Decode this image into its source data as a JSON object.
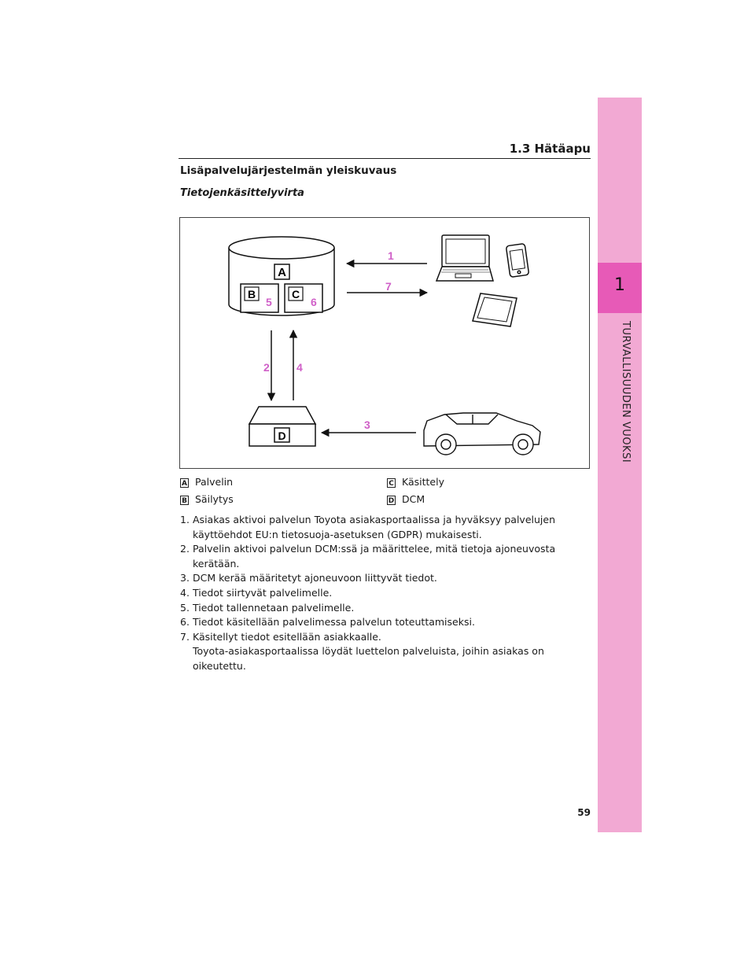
{
  "header": {
    "section": "1.3  Hätäapu"
  },
  "side_tab": {
    "chapter_number": "1",
    "chapter_title": "TURVALLISUUDEN VUOKSI"
  },
  "title": "Lisäpalvelujärjestelmän yleiskuvaus",
  "subtitle": "Tietojenkäsittelyvirta",
  "diagram": {
    "boxes": {
      "a": "A",
      "b": "B",
      "c": "C",
      "d": "D"
    },
    "flow_numbers": [
      "1",
      "2",
      "3",
      "4",
      "5",
      "6",
      "7"
    ],
    "accent_color": "#d060c8"
  },
  "legend": [
    {
      "key": "A",
      "label": "Palvelin"
    },
    {
      "key": "B",
      "label": "Säilytys"
    },
    {
      "key": "C",
      "label": "Käsittely"
    },
    {
      "key": "D",
      "label": "DCM"
    }
  ],
  "steps": [
    {
      "n": "1.",
      "text": "Asiakas aktivoi palvelun Toyota asiakasportaalissa ja hyväksyy palvelujen käyttöehdot EU:n tietosuoja-asetuksen (GDPR) mukaisesti."
    },
    {
      "n": "2.",
      "text": "Palvelin aktivoi palvelun DCM:ssä ja määrittelee, mitä tietoja ajoneuvosta kerätään."
    },
    {
      "n": "3.",
      "text": "DCM kerää määritetyt ajoneuvoon liittyvät tiedot."
    },
    {
      "n": "4.",
      "text": "Tiedot siirtyvät palvelimelle."
    },
    {
      "n": "5.",
      "text": "Tiedot tallennetaan palvelimelle."
    },
    {
      "n": "6.",
      "text": "Tiedot käsitellään palvelimessa palvelun toteuttamiseksi."
    },
    {
      "n": "7.",
      "text": "Käsitellyt tiedot esitellään asiakkaalle."
    }
  ],
  "note": "Toyota-asiakasportaalissa löydät luettelon palveluista, joihin asiakas on oikeutettu.",
  "page_number": "59"
}
